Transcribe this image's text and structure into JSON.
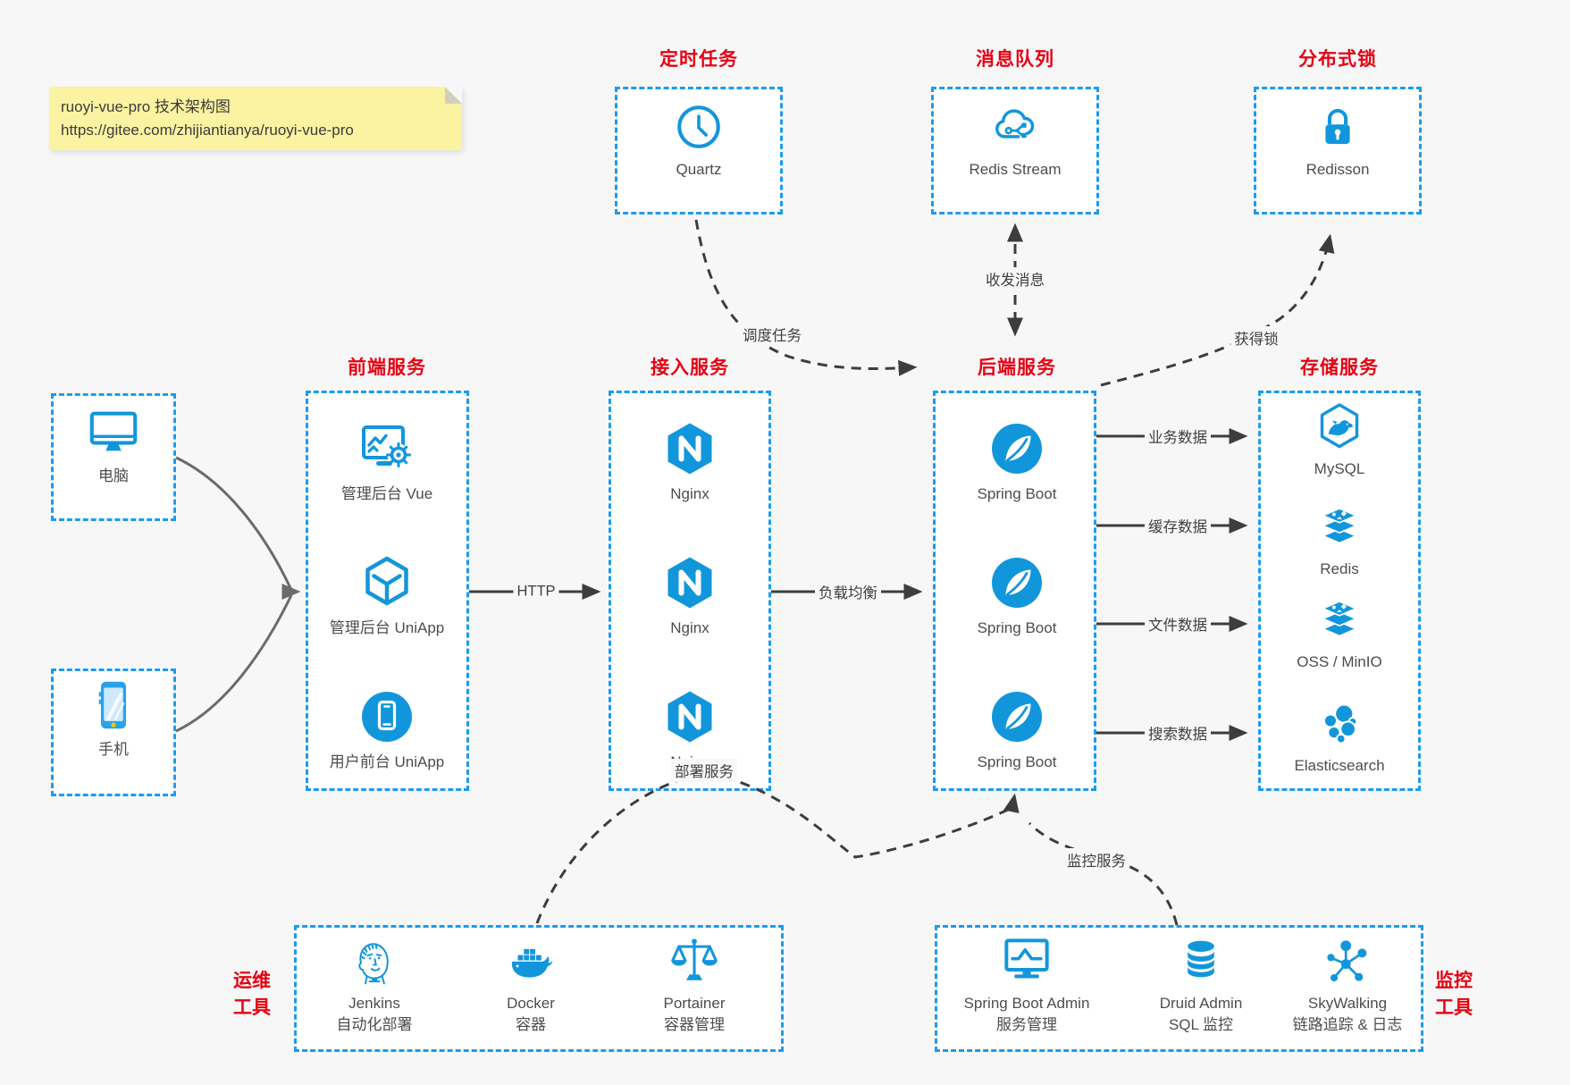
{
  "colors": {
    "icon_blue": "#1296db",
    "border_blue": "#1b9bf0",
    "title_red": "#e60012",
    "arrow_dark": "#3d3d3d",
    "arrow_gray": "#6b6b6b",
    "background": "#f7f7f8",
    "note_yellow": "#fbf3a1"
  },
  "note": {
    "line1": "ruoyi-vue-pro 技术架构图",
    "line2": "https://gitee.com/zhijiantianya/ruoyi-vue-pro"
  },
  "top_services": [
    {
      "title": "定时任务",
      "label": "Quartz",
      "icon": "clock-icon"
    },
    {
      "title": "消息队列",
      "label": "Redis Stream",
      "icon": "cloud-stream-icon"
    },
    {
      "title": "分布式锁",
      "label": "Redisson",
      "icon": "lock-icon"
    }
  ],
  "clients": [
    {
      "label": "电脑",
      "icon": "desktop-icon"
    },
    {
      "label": "手机",
      "icon": "smartphone-icon"
    }
  ],
  "sections": [
    {
      "title": "前端服务",
      "items": [
        {
          "label": "管理后台 Vue",
          "icon": "admin-vue-icon"
        },
        {
          "label": "管理后台 UniApp",
          "icon": "uniapp-cube-icon"
        },
        {
          "label": "用户前台 UniApp",
          "icon": "mobile-app-icon"
        }
      ]
    },
    {
      "title": "接入服务",
      "items": [
        {
          "label": "Nginx",
          "icon": "nginx-icon"
        },
        {
          "label": "Nginx",
          "icon": "nginx-icon"
        },
        {
          "label": "Nginx",
          "icon": "nginx-icon"
        }
      ]
    },
    {
      "title": "后端服务",
      "items": [
        {
          "label": "Spring Boot",
          "icon": "spring-boot-icon"
        },
        {
          "label": "Spring Boot",
          "icon": "spring-boot-icon"
        },
        {
          "label": "Spring Boot",
          "icon": "spring-boot-icon"
        }
      ]
    },
    {
      "title": "存储服务",
      "items": [
        {
          "label": "MySQL",
          "icon": "mysql-icon"
        },
        {
          "label": "Redis",
          "icon": "redis-stack-icon"
        },
        {
          "label": "OSS / MinIO",
          "icon": "storage-stack-icon"
        },
        {
          "label": "Elasticsearch",
          "icon": "elasticsearch-icon"
        }
      ]
    }
  ],
  "edge_labels": {
    "http": "HTTP",
    "load_balance": "负载均衡",
    "schedule_job": "调度任务",
    "send_receive_message": "收发消息",
    "acquire_lock": "获得锁",
    "business_data": "业务数据",
    "cache_data": "缓存数据",
    "file_data": "文件数据",
    "search_data": "搜索数据",
    "deploy_service": "部署服务",
    "monitor_service": "监控服务"
  },
  "toolbox": {
    "ops": {
      "side_title": [
        "运维",
        "工具"
      ],
      "items": [
        {
          "name": "Jenkins",
          "desc": "自动化部署",
          "icon": "jenkins-icon"
        },
        {
          "name": "Docker",
          "desc": "容器",
          "icon": "docker-icon"
        },
        {
          "name": "Portainer",
          "desc": "容器管理",
          "icon": "portainer-icon"
        }
      ]
    },
    "monitor": {
      "side_title": [
        "监控",
        "工具"
      ],
      "items": [
        {
          "name": "Spring Boot Admin",
          "desc": "服务管理",
          "icon": "sba-monitor-icon"
        },
        {
          "name": "Druid Admin",
          "desc": "SQL 监控",
          "icon": "druid-db-icon"
        },
        {
          "name": "SkyWalking",
          "desc": "链路追踪 & 日志",
          "icon": "skywalking-icon"
        }
      ]
    }
  }
}
